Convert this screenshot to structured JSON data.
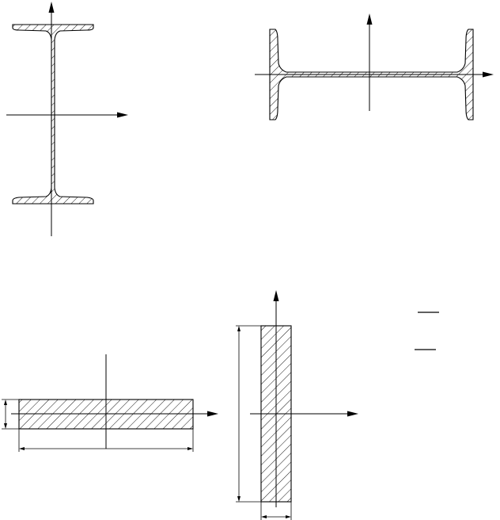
{
  "figures": [
    {
      "id": "i-beam-vertical",
      "description_shape": "I-beam section, web vertical"
    },
    {
      "id": "i-beam-horizontal",
      "description_shape": "I-beam section, web horizontal"
    },
    {
      "id": "plate-flat",
      "description_shape": "rectangular plate, long side horizontal"
    },
    {
      "id": "plate-upright",
      "description_shape": "rectangular plate, long side vertical"
    }
  ],
  "legend_marks": {
    "count": 2
  },
  "colors": {
    "stroke": "#000000",
    "background": "#ffffff"
  }
}
